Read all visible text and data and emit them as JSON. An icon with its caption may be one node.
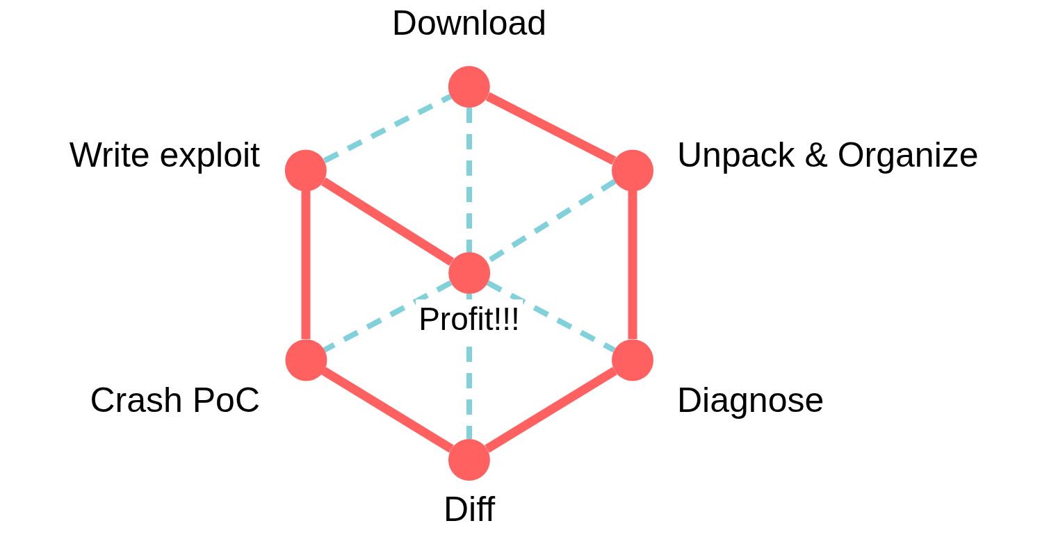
{
  "diagram": {
    "nodes": [
      {
        "text": [
          "Download"
        ]
      },
      {
        "text": [
          "Unpack & Organize"
        ]
      },
      {
        "text": [
          "Diagnose"
        ]
      },
      {
        "text": [
          "Diff"
        ]
      },
      {
        "text": [
          "Crash PoC"
        ]
      },
      {
        "text": [
          "Write exploit"
        ]
      },
      {
        "text": [
          "Profit!!!"
        ]
      }
    ],
    "edges": [
      {
        "from": 0,
        "to": 1,
        "arrow": "none"
      },
      {
        "from": 1,
        "to": 2,
        "arrow": "none"
      },
      {
        "from": 2,
        "to": 3,
        "arrow": "none"
      },
      {
        "from": 3,
        "to": 4,
        "arrow": "none"
      },
      {
        "from": 4,
        "to": 5,
        "arrow": "none"
      },
      {
        "from": 5,
        "to": 6,
        "arrow": "none"
      },
      {
        "from": 5,
        "to": 0,
        "arrow": "none",
        "style": "dashed",
        "color": "#80d1da"
      },
      {
        "from": 0,
        "to": 6,
        "arrow": "none",
        "style": "dashed",
        "color": "#80d1da"
      },
      {
        "from": 1,
        "to": 6,
        "arrow": "none",
        "style": "dashed",
        "color": "#80d1da"
      },
      {
        "from": 6,
        "to": 4,
        "arrow": "none",
        "style": "dashed",
        "color": "#80d1da"
      },
      {
        "from": 6,
        "to": 2,
        "arrow": "none",
        "style": "dashed",
        "color": "#80d1da"
      },
      {
        "from": 6,
        "to": 3,
        "arrow": "none",
        "style": "dashed",
        "color": "#80d1da"
      }
    ]
  }
}
